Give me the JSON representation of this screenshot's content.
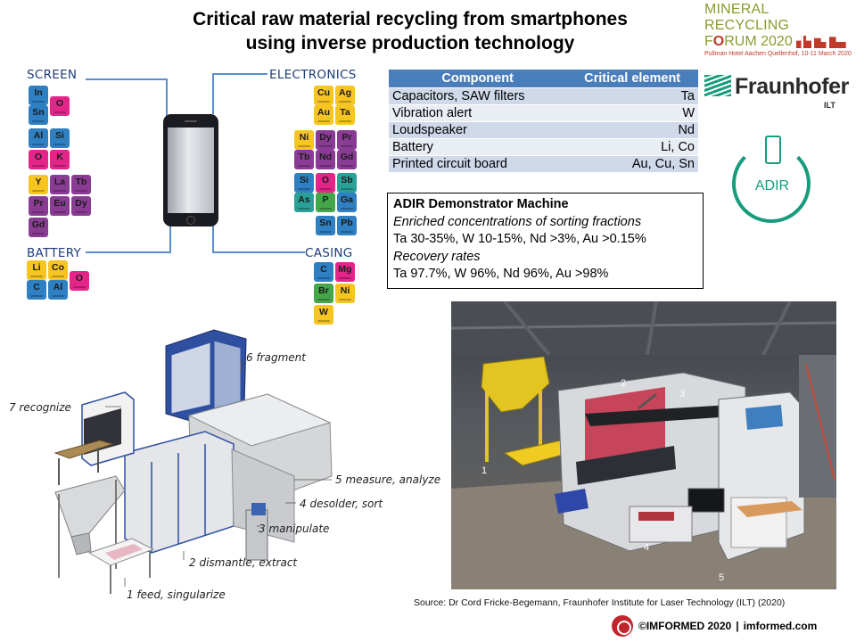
{
  "title": {
    "line1": "Critical raw material recycling from smartphones",
    "line2": "using inverse production technology"
  },
  "forum": {
    "line1": "MINERAL RECYCLING",
    "line2_a": "F",
    "line2_b": "RUM 2020",
    "venue": "Pullman Hotel Aachen Quellenhof, 10-11 March 2020"
  },
  "groups": {
    "screen": "SCREEN",
    "electronics": "ELECTRONICS",
    "battery": "BATTERY",
    "casing": "CASING"
  },
  "elements": {
    "screen": [
      "In",
      "O",
      "Sn",
      "Al",
      "Si",
      "O",
      "K",
      "Y",
      "La",
      "Tb",
      "Pr",
      "Eu",
      "Dy",
      "Gd"
    ],
    "electronics": [
      "Cu",
      "Ag",
      "Au",
      "Ta",
      "Ni",
      "Dy",
      "Pr",
      "Tb",
      "Nd",
      "Gd",
      "Si",
      "O",
      "Sb",
      "As",
      "P",
      "Ga",
      "Sn",
      "Pb"
    ],
    "battery": [
      "Li",
      "Co",
      "C",
      "Al",
      "O"
    ],
    "casing": [
      "C",
      "Mg",
      "Br",
      "Ni",
      "W"
    ]
  },
  "table": {
    "headers": [
      "Component",
      "Critical element"
    ],
    "rows": [
      {
        "component": "Capacitors, SAW filters",
        "element": "Ta"
      },
      {
        "component": "Vibration alert",
        "element": "W"
      },
      {
        "component": "Loudspeaker",
        "element": "Nd"
      },
      {
        "component": "Battery",
        "element": "Li, Co"
      },
      {
        "component": "Printed circuit board",
        "element": "Au, Cu, Sn"
      }
    ]
  },
  "fraunhofer": {
    "name": "Fraunhofer",
    "sub": "ILT"
  },
  "adir_logo": "ADIR",
  "adir_box": {
    "title": "ADIR Demonstrator Machine",
    "sub1": "Enriched concentrations of sorting fractions",
    "line1": "Ta 30-35%, W 10-15%, Nd >3%, Au >0.15%",
    "sub2": "Recovery rates",
    "line2": "Ta 97.7%, W 96%, Nd 96%, Au >98%"
  },
  "machine_steps": {
    "s6": "6 fragment",
    "s7": "7 recognize",
    "s5": "5 measure, analyze",
    "s4": "4 desolder, sort",
    "s3": "3 manipulate",
    "s2": "2 dismantle, extract",
    "s1": "1 feed, singularize"
  },
  "photo_labels": [
    "1",
    "2",
    "3",
    "4",
    "5"
  ],
  "source": "Source: Dr Cord Fricke-Begemann, Fraunhofer Institute for Laser Technology (ILT) (2020)",
  "footer": {
    "copy": "©IMFORMED 2020",
    "sep": "|",
    "site": "imformed.com"
  },
  "colors": {
    "table_header": "#4a7ebb",
    "table_row_a": "#d0d9ea",
    "table_row_b": "#e9edf4",
    "fraunhofer_green": "#179c7d",
    "label_blue": "#1d3c7a"
  }
}
